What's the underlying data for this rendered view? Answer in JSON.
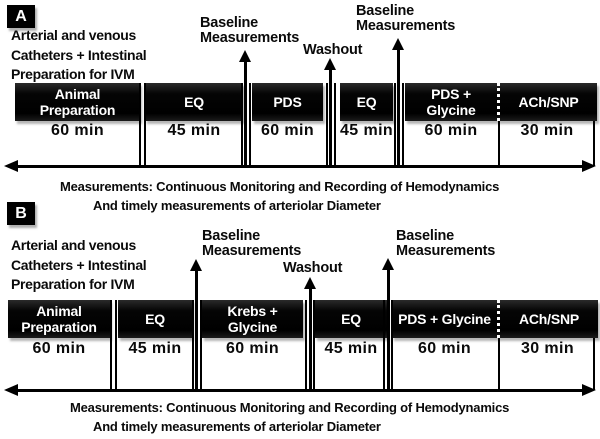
{
  "panels": [
    {
      "label": "A",
      "prep_lines": [
        "Arterial and venous",
        "Catheters + Intestinal",
        "Preparation for IVM"
      ],
      "events": {
        "baseline1": {
          "line1": "Baseline",
          "line2": "Measurements"
        },
        "washout": "Washout",
        "baseline2": {
          "line1": "Baseline",
          "line2": "Measurements"
        }
      },
      "segments": [
        {
          "label1": "Animal",
          "label2": "Preparation",
          "duration": "60 min"
        },
        {
          "label1": "EQ",
          "duration": "45 min"
        },
        {
          "label1": "PDS",
          "duration": "60 min"
        },
        {
          "label1": "EQ",
          "duration": "45 min"
        },
        {
          "label1": "PDS +",
          "label2": "Glycine",
          "duration": "60 min"
        },
        {
          "label1": "ACh/SNP",
          "duration": "30 min"
        }
      ],
      "caption1": "Measurements: Continuous Monitoring and Recording of Hemodynamics",
      "caption2": "And timely measurements of arteriolar Diameter"
    },
    {
      "label": "B",
      "prep_lines": [
        "Arterial and venous",
        "Catheters + Intestinal",
        "Preparation for IVM"
      ],
      "events": {
        "baseline1": {
          "line1": "Baseline",
          "line2": "Measurements"
        },
        "washout": "Washout",
        "baseline2": {
          "line1": "Baseline",
          "line2": "Measurements"
        }
      },
      "segments": [
        {
          "label1": "Animal",
          "label2": "Preparation",
          "duration": "60 min"
        },
        {
          "label1": "EQ",
          "duration": "45 min"
        },
        {
          "label1": "Krebs +",
          "label2": "Glycine",
          "duration": "60 min"
        },
        {
          "label1": "EQ",
          "duration": "45 min"
        },
        {
          "label1": "PDS + Glycine",
          "duration": "60 min"
        },
        {
          "label1": "ACh/SNP",
          "duration": "30 min"
        }
      ],
      "caption1": "Measurements: Continuous Monitoring and Recording of Hemodynamics",
      "caption2": "And timely measurements of arteriolar Diameter"
    }
  ],
  "colors": {
    "box": "#000000",
    "text": "#0a0a0a",
    "background": "#ffffff"
  }
}
